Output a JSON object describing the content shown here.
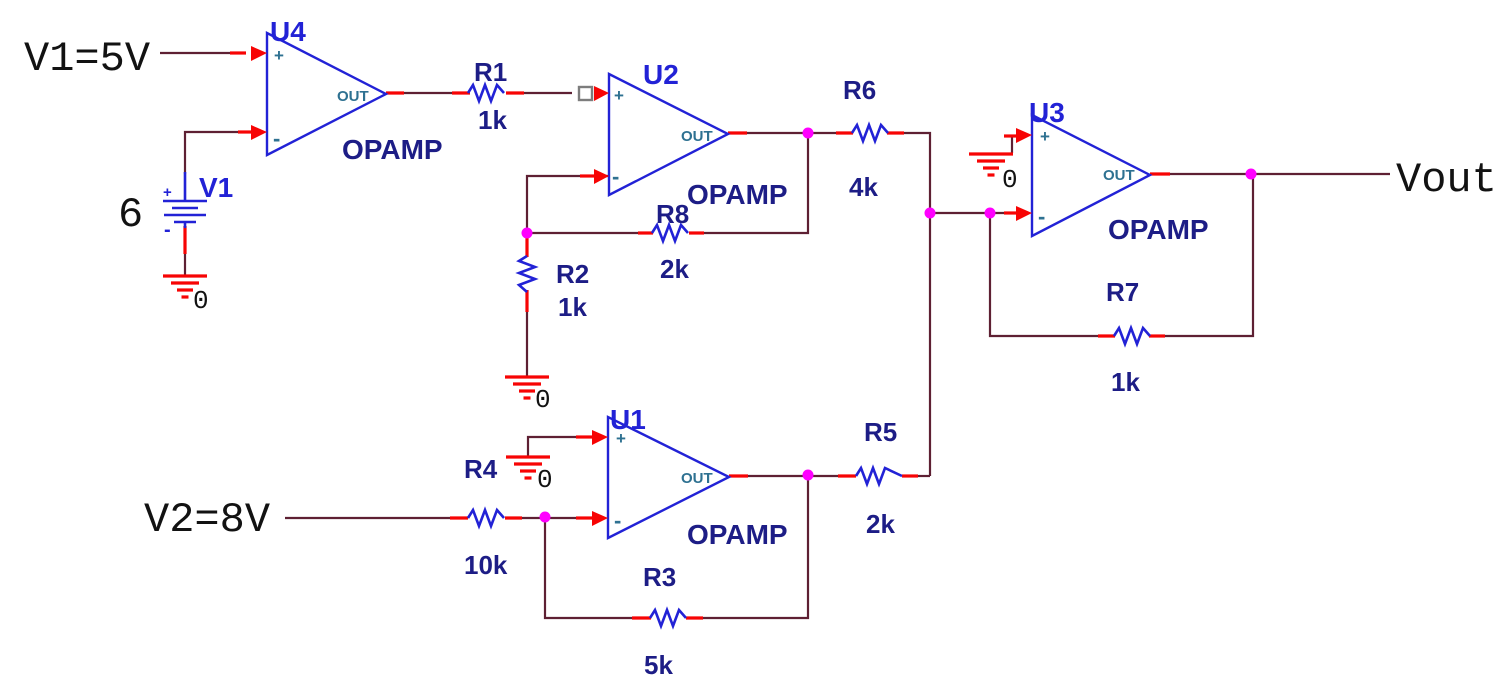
{
  "colors": {
    "wire": "#5e2033",
    "pin": "#f70404",
    "symbol": "#2222d6",
    "label": "#1d1d86",
    "ref": "#2222d6",
    "pin_text": "#2e7191",
    "junction": "#ff00ff",
    "text": "#121212",
    "port": "#7d7d7d"
  },
  "sources": [
    {
      "annotation": "V1=5V",
      "ref": "V1",
      "value": "6",
      "plus": "+",
      "minus": "-"
    },
    {
      "annotation": "V2=8V"
    }
  ],
  "output": {
    "label": "Vout"
  },
  "ground_label": "0",
  "opamps": [
    {
      "ref": "U4",
      "type": "OPAMP",
      "plus": "+",
      "minus": "-",
      "out": "OUT"
    },
    {
      "ref": "U2",
      "type": "OPAMP",
      "plus": "+",
      "minus": "-",
      "out": "OUT"
    },
    {
      "ref": "U3",
      "type": "OPAMP",
      "plus": "+",
      "minus": "-",
      "out": "OUT"
    },
    {
      "ref": "U1",
      "type": "OPAMP",
      "plus": "+",
      "minus": "-",
      "out": "OUT"
    }
  ],
  "resistors": [
    {
      "ref": "R1",
      "value": "1k"
    },
    {
      "ref": "R8",
      "value": "2k"
    },
    {
      "ref": "R2",
      "value": "1k"
    },
    {
      "ref": "R6",
      "value": "4k"
    },
    {
      "ref": "R5",
      "value": "2k"
    },
    {
      "ref": "R3",
      "value": "5k"
    },
    {
      "ref": "R7",
      "value": "1k"
    },
    {
      "ref": "R4",
      "value": "10k"
    }
  ]
}
